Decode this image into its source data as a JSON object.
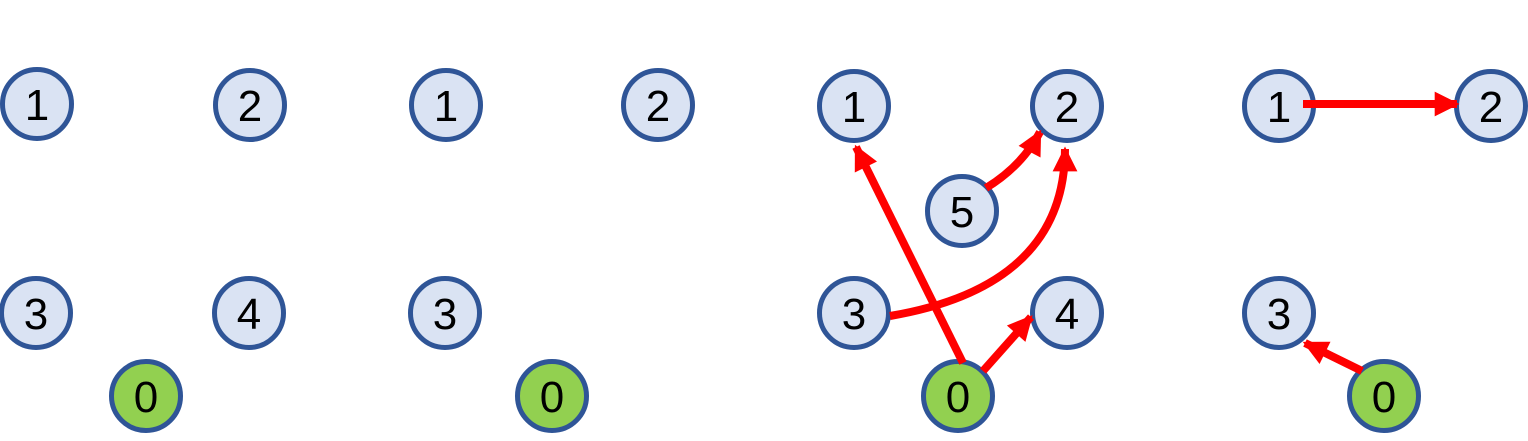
{
  "figure": {
    "description": "Four graph panels with numbered circle nodes; green node 0 is the start node; red arrows show directed edges",
    "background_color": "#ffffff"
  },
  "colors": {
    "node_fill": "#dae3f3",
    "node_border": "#2f5597",
    "start_node_fill": "#92d050",
    "arrow": "#ff0000",
    "label": "#000000"
  },
  "panels": [
    {
      "name": "panel-1",
      "nodes": [
        {
          "id": "1",
          "start": false
        },
        {
          "id": "2",
          "start": false
        },
        {
          "id": "3",
          "start": false
        },
        {
          "id": "4",
          "start": false
        },
        {
          "id": "0",
          "start": true
        }
      ],
      "arrows": []
    },
    {
      "name": "panel-2",
      "nodes": [
        {
          "id": "1",
          "start": false
        },
        {
          "id": "2",
          "start": false
        },
        {
          "id": "3",
          "start": false
        },
        {
          "id": "0",
          "start": true
        }
      ],
      "arrows": []
    },
    {
      "name": "panel-3",
      "nodes": [
        {
          "id": "1",
          "start": false
        },
        {
          "id": "2",
          "start": false
        },
        {
          "id": "5",
          "start": false
        },
        {
          "id": "3",
          "start": false
        },
        {
          "id": "4",
          "start": false
        },
        {
          "id": "0",
          "start": true
        }
      ],
      "arrows": [
        {
          "from": "0",
          "to": "1"
        },
        {
          "from": "5",
          "to": "2"
        },
        {
          "from": "3",
          "to": "2"
        },
        {
          "from": "0",
          "to": "4"
        }
      ]
    },
    {
      "name": "panel-4",
      "nodes": [
        {
          "id": "1",
          "start": false
        },
        {
          "id": "2",
          "start": false
        },
        {
          "id": "3",
          "start": false
        },
        {
          "id": "0",
          "start": true
        }
      ],
      "arrows": [
        {
          "from": "1",
          "to": "2"
        },
        {
          "from": "0",
          "to": "3"
        }
      ]
    }
  ]
}
